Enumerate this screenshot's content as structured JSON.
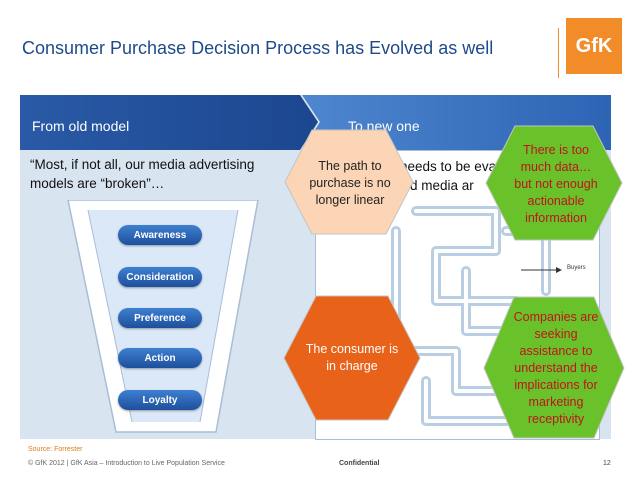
{
  "header": {
    "title": "Consumer Purchase Decision Process has Evolved as well",
    "logo_text": "GfK",
    "accent_color": "#f28c28"
  },
  "left_panel": {
    "label": "From old model",
    "quote": "“Most, if not all, our media advertising models are “broken”…",
    "funnel_stages": [
      "Awareness",
      "Consideration",
      "Preference",
      "Action",
      "Loyalty"
    ]
  },
  "right_panel": {
    "label": "To new one",
    "partial_text_line1": "needs to be eva",
    "partial_text_line2": "d media ar",
    "diagram_label": "Buyers"
  },
  "callouts": {
    "path": "The path to purchase is no longer linear",
    "consumer": "The consumer is in charge",
    "data": "There is too much data…but not enough actionable information",
    "companies": "Companies are seeking assistance to understand the implications for marketing receptivity"
  },
  "footer": {
    "source": "Source: Forrester",
    "copyright": "© GfK 2012 | GfK Asia – Introduction to Live Population Service",
    "confidential": "Confidential",
    "page": "12"
  },
  "colors": {
    "title_blue": "#1e4a8a",
    "header_band": "#1f4e9b",
    "hex_peach": "#fbd5b5",
    "hex_orange": "#e8621a",
    "hex_green": "#69c22a"
  }
}
